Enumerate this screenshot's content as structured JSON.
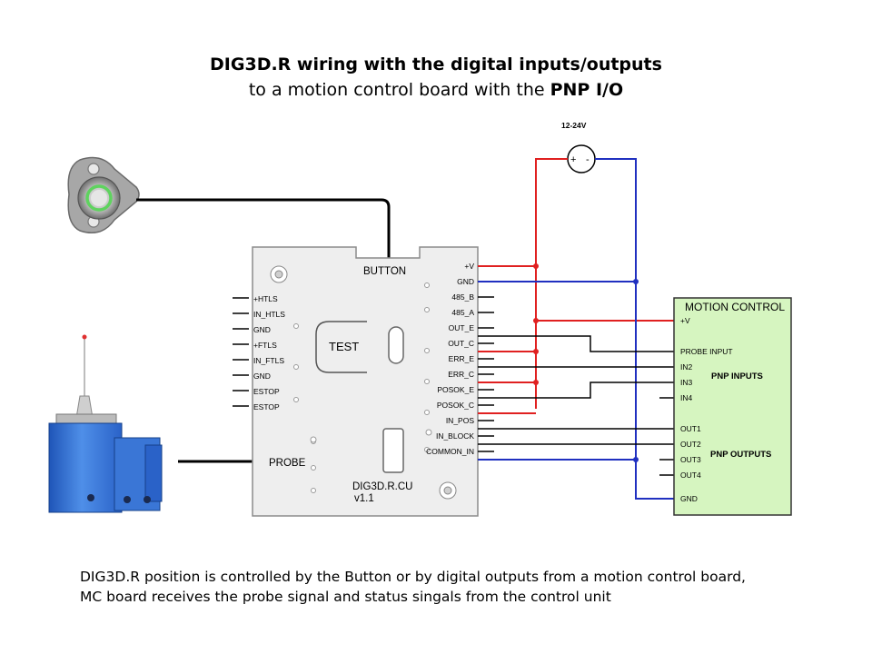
{
  "title": {
    "line1": "DIG3D.R wiring with the digital inputs/outputs",
    "line2_prefix": "to a motion control board with the ",
    "line2_bold": "PNP I/O"
  },
  "power_supply": {
    "label": "12-24V",
    "plus": "+",
    "minus": "-"
  },
  "control_unit": {
    "button_label": "BUTTON",
    "test_label": "TEST",
    "probe_label": "PROBE",
    "model": "DIG3D.R.CU",
    "version": "v1.1",
    "left_pins": [
      "+HTLS",
      "IN_HTLS",
      "GND",
      "+FTLS",
      "IN_FTLS",
      "GND",
      "ESTOP",
      "ESTOP"
    ],
    "right_pins": [
      "+V",
      "GND",
      "485_B",
      "485_A",
      "OUT_E",
      "OUT_C",
      "ERR_E",
      "ERR_C",
      "POSOK_E",
      "POSOK_C",
      "IN_POS",
      "IN_BLOCK",
      "COMMON_IN"
    ]
  },
  "motion_control": {
    "title": "MOTION CONTROL",
    "pins": [
      "+V",
      "PROBE INPUT",
      "IN2",
      "IN3",
      "IN4",
      "OUT1",
      "OUT2",
      "OUT3",
      "OUT4",
      "GND"
    ],
    "pnp_inputs_label": "PNP INPUTS",
    "pnp_outputs_label": "PNP OUTPUTS"
  },
  "colors": {
    "positive": "#e02020",
    "negative": "#2030c0",
    "signal": "#000000",
    "mc_fill": "#d6f5c0"
  },
  "caption": {
    "line1": "DIG3D.R position is controlled by the Button or by digital outputs from a motion control board,",
    "line2": "MC board receives the probe signal and status singals from the control unit"
  }
}
